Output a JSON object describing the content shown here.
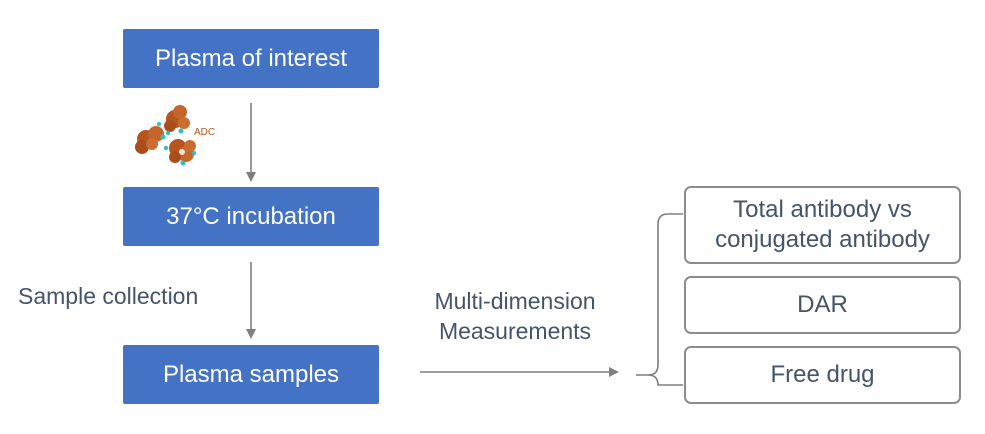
{
  "stages": {
    "plasma_of_interest": "Plasma of interest",
    "incubation": "37°C incubation",
    "plasma_samples": "Plasma samples"
  },
  "adc_label": "ADC",
  "sample_collection_label": "Sample collection",
  "measurement_label": {
    "line1": "Multi-dimension",
    "line2": "Measurements"
  },
  "outcomes": {
    "total_antibody_line1": "Total antibody vs",
    "total_antibody_line2": "conjugated antibody",
    "dar": "DAR",
    "free_drug": "Free drug"
  },
  "colors": {
    "stage_fill": "#4472c4",
    "text_gray_blue": "#44546a",
    "arrow_gray": "#7f7f7f",
    "adc_brown": "#b5561f",
    "adc_linker_cyan": "#2bbfc8"
  }
}
